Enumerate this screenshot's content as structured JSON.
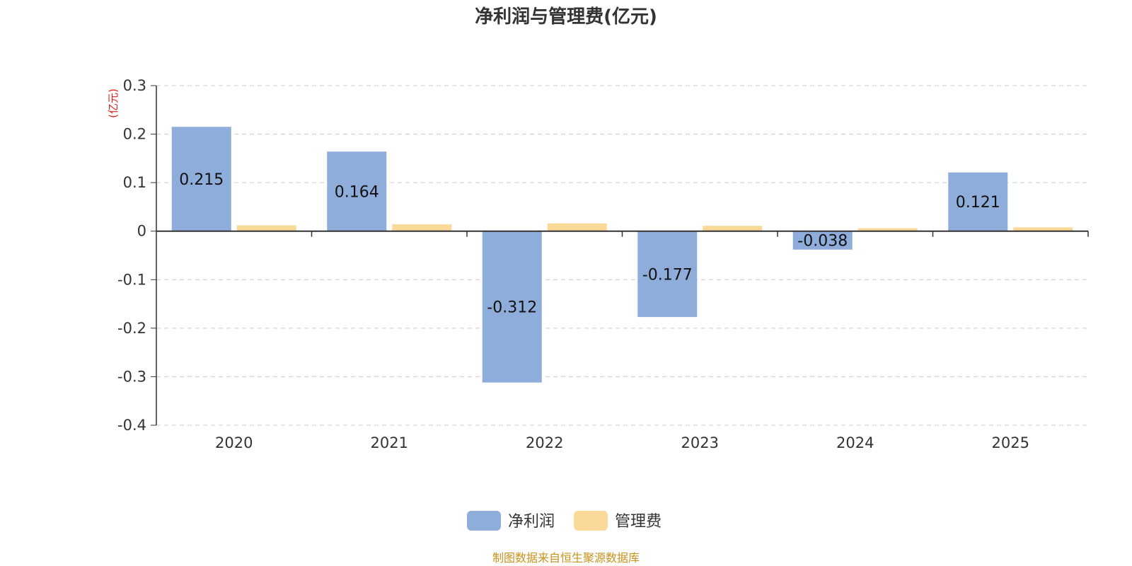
{
  "chart_data": {
    "type": "bar",
    "title": "净利润与管理费(亿元)",
    "yunit": "(亿元)",
    "categories": [
      "2020",
      "2021",
      "2022",
      "2023",
      "2024",
      "2025"
    ],
    "series": [
      {
        "name": "净利润",
        "color": "#8eaddb",
        "values": [
          0.215,
          0.164,
          -0.312,
          -0.177,
          -0.038,
          0.121
        ]
      },
      {
        "name": "管理费",
        "color": "#fbd999",
        "values": [
          0.012,
          0.014,
          0.016,
          0.011,
          0.006,
          0.008
        ]
      }
    ],
    "data_labels": [
      "0.215",
      "0.164",
      "-0.312",
      "-0.177",
      "-0.038",
      "0.121"
    ],
    "ylim": [
      -0.4,
      0.3
    ],
    "yticks": [
      0.3,
      0.2,
      0.1,
      0,
      -0.1,
      -0.2,
      -0.3,
      -0.4
    ],
    "ytick_labels": [
      "0.3",
      "0.2",
      "0.1",
      "0",
      "-0.1",
      "-0.2",
      "-0.3",
      "-0.4"
    ],
    "grid": true,
    "legend_position": "bottom-center",
    "source": "制图数据来自恒生聚源数据库"
  }
}
